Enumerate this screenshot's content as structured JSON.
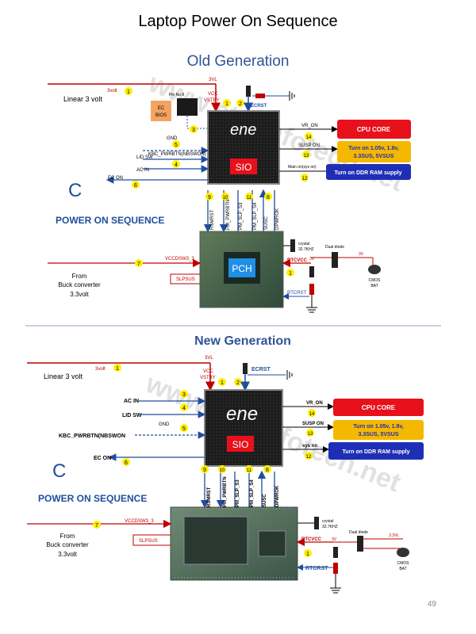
{
  "title": "Laptop Power On Sequence",
  "page_number": "49",
  "watermark": "www.starinfotech.net",
  "colors": {
    "red": "#c00000",
    "blue": "#1f4e9e",
    "cpu_box": "#e8101b",
    "yellow_box": "#f5b800",
    "ddr_box": "#1f2fb5",
    "badge": "#ffee00"
  },
  "old": {
    "heading": "Old Generation",
    "linear": "Linear 3 volt",
    "threevol": "3volt",
    "pin_no8": "Pin No 8",
    "ec_bios": [
      "EC",
      "BIOS"
    ],
    "rail_3vl": "3VL",
    "vcc": "VCC",
    "vstby": "VSTBY",
    "ecrst": "ECRST",
    "kbc": "KBC_PWRBTN(NBSWON)",
    "lid": "LID SW",
    "acin": "AC IN",
    "econ": "EC ON",
    "gnd": "GND",
    "c_letter": "C",
    "pos": "POWER ON  SEQUENCE",
    "sio": "SIO",
    "ene": "ene",
    "vr_on": "VR_ON",
    "susp_on": "SUSP ON",
    "main_on": "Main on(sys on)",
    "cpu_core": "CPU CORE",
    "turn_on": [
      "Turn on 1.05v, 1.8v,",
      "3.3SUS, 5VSUS"
    ],
    "ddr": "Turn on DDR RAM supply",
    "vlabels": [
      "RSMRST",
      "PM_PWRBTN",
      "PM_SLP_S3",
      "PM_SLP_S4",
      "SUSC",
      "DPWROK"
    ],
    "pch": "PCH",
    "crystal": [
      "crystal",
      "32.7KHZ"
    ],
    "dual_diode": "Dual diode",
    "v3": "3V",
    "rtcvcc": "RTCVCC",
    "rtcrst": "RTCRST",
    "cmos": [
      "CMOS",
      "BAT"
    ],
    "vccdsw": "VCCDSW3_3",
    "slpsus": "SLPSUS",
    "from": [
      "From",
      "Buck converter",
      "3.3volt"
    ],
    "badges": [
      "1",
      "2",
      "3",
      "4",
      "5",
      "6",
      "7",
      "8",
      "9",
      "10",
      "11",
      "12",
      "13",
      "14"
    ],
    "b1": "1"
  },
  "new": {
    "heading": "New   Generation",
    "linear": "Linear 3 volt",
    "threevol": "3volt",
    "rail_3vl": "3VL",
    "vcc": "VCC",
    "vstby": "VSTBY",
    "ecrst": "ECRST",
    "acin": "AC IN",
    "lid": "LID SW",
    "kbc": "KBC_PWRBTN(NBSWON",
    "econ": "EC ON",
    "gnd": "GND",
    "c_letter": "C",
    "pos": "POWER ON  SEQUENCE",
    "sio": "SIO",
    "ene": "ene",
    "vr_on": "VR_ON",
    "susp_on": "SUSP ON",
    "sys_on": "sys on",
    "cpu_core": "CPU CORE",
    "turn_on": [
      "Turn on 1.05v, 1.8v,",
      "3.3SUS, 5VSUS"
    ],
    "ddr": "Turn on DDR RAM supply",
    "vlabels": [
      "RSMRST",
      "PM_PWRBTN",
      "PM_SLP_S3",
      "PM_SLP_S4",
      "SUSC",
      "DPWROK"
    ],
    "crystal": [
      "crystal",
      "32.7KHZ"
    ],
    "dual_diode": "Dual diode",
    "v33": "3.3VL",
    "v3": "3V",
    "rtcvcc": "RTCVCC",
    "rtcrst": "RTCRST",
    "cmos": [
      "CMOS",
      "BAT"
    ],
    "vccdsw": "VCCDSW3_3",
    "slpsus": "SLPSUS",
    "from": [
      "From",
      "Buck converter",
      "3.3volt"
    ],
    "badges": [
      "1",
      "2",
      "3",
      "4",
      "5",
      "6",
      "7",
      "8",
      "9",
      "10",
      "11",
      "12",
      "13",
      "14"
    ],
    "b1": "1"
  }
}
